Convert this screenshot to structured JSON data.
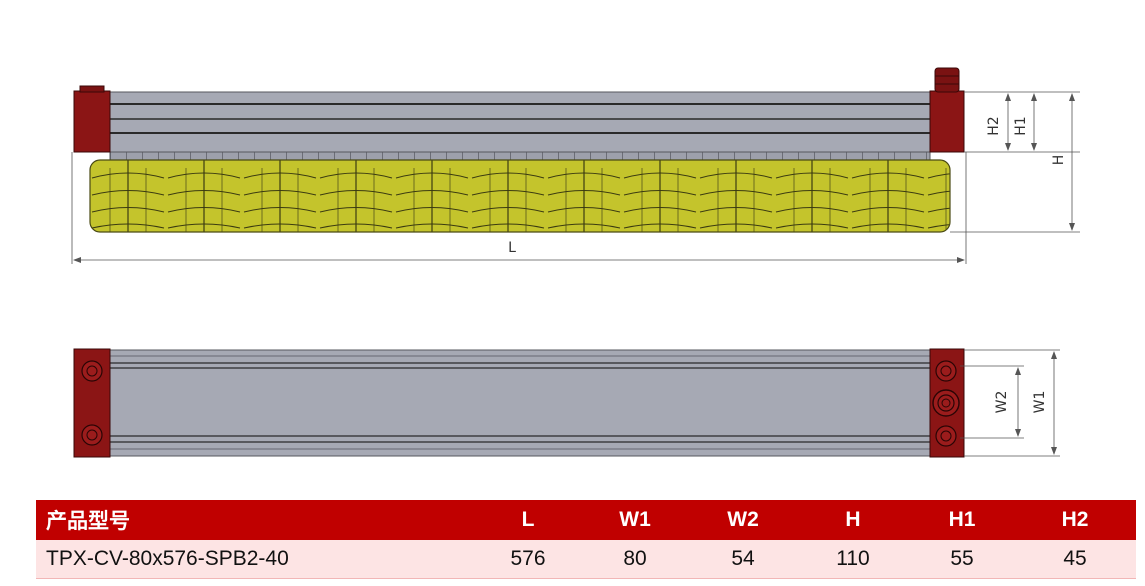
{
  "dimensions": {
    "L": "L",
    "H": "H",
    "H1": "H1",
    "H2": "H2",
    "W1": "W1",
    "W2": "W2"
  },
  "colors": {
    "body": "#a6a9b4",
    "end_cap": "#8b1515",
    "suction_cup": "#c2c22a",
    "header": "#c00000",
    "row": "#fde4e4"
  },
  "table": {
    "headers": {
      "model": "产品型号",
      "L": "L",
      "W1": "W1",
      "W2": "W2",
      "H": "H",
      "H1": "H1",
      "H2": "H2"
    },
    "rows": [
      {
        "model": "TPX-CV-80x576-SPB2-40",
        "L": "576",
        "W1": "80",
        "W2": "54",
        "H": "110",
        "H1": "55",
        "H2": "45"
      }
    ]
  }
}
